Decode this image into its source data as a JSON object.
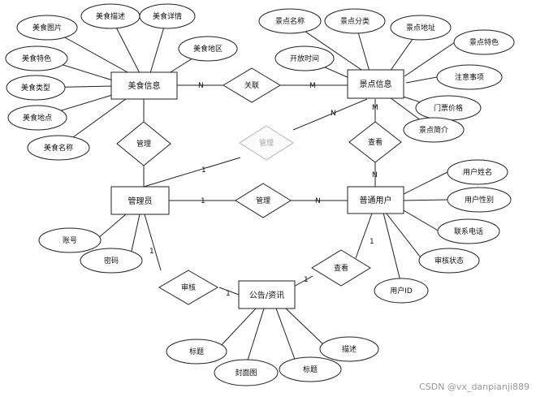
{
  "entities": {
    "food_info": "美食信息",
    "spot_info": "景点信息",
    "admin": "管理员",
    "user": "普通用户",
    "notice": "公告/资讯"
  },
  "relationships": {
    "related": "关联",
    "manage_food": "管理",
    "manage_spot": "管理",
    "manage_user": "管理",
    "review": "审核",
    "view_spot": "查看",
    "view_notice": "查看"
  },
  "attributes": {
    "food_image": "美食图片",
    "food_desc": "美食描述",
    "food_detail": "美食详情",
    "food_feature": "美食特色",
    "food_region": "美食地区",
    "food_type": "美食类型",
    "food_place": "美食地点",
    "food_name": "美食名称",
    "spot_name": "景点名称",
    "spot_category": "景点分类",
    "spot_address": "景点地址",
    "spot_feature": "景点特色",
    "open_time": "开放时间",
    "notes": "注意事项",
    "ticket_price": "门票价格",
    "spot_intro": "景点简介",
    "user_name": "用户姓名",
    "user_gender": "用户性别",
    "phone": "联系电话",
    "review_status": "审核状态",
    "user_id": "用户ID",
    "account": "账号",
    "password": "密码",
    "title_1": "标题",
    "cover": "封面图",
    "title_2": "标题",
    "description": "描述"
  },
  "cardinalities": {
    "food_related": "N",
    "spot_related": "M",
    "admin_manage_spot": "1",
    "spot_manage_admin": "N",
    "spot_view": "M",
    "user_view_spot": "N",
    "admin_manage_user": "1",
    "user_managed": "N",
    "admin_review": "1",
    "notice_review": "1",
    "notice_view": "1",
    "user_view_notice": "1"
  },
  "watermark": "CSDN @vx_danpianji889"
}
